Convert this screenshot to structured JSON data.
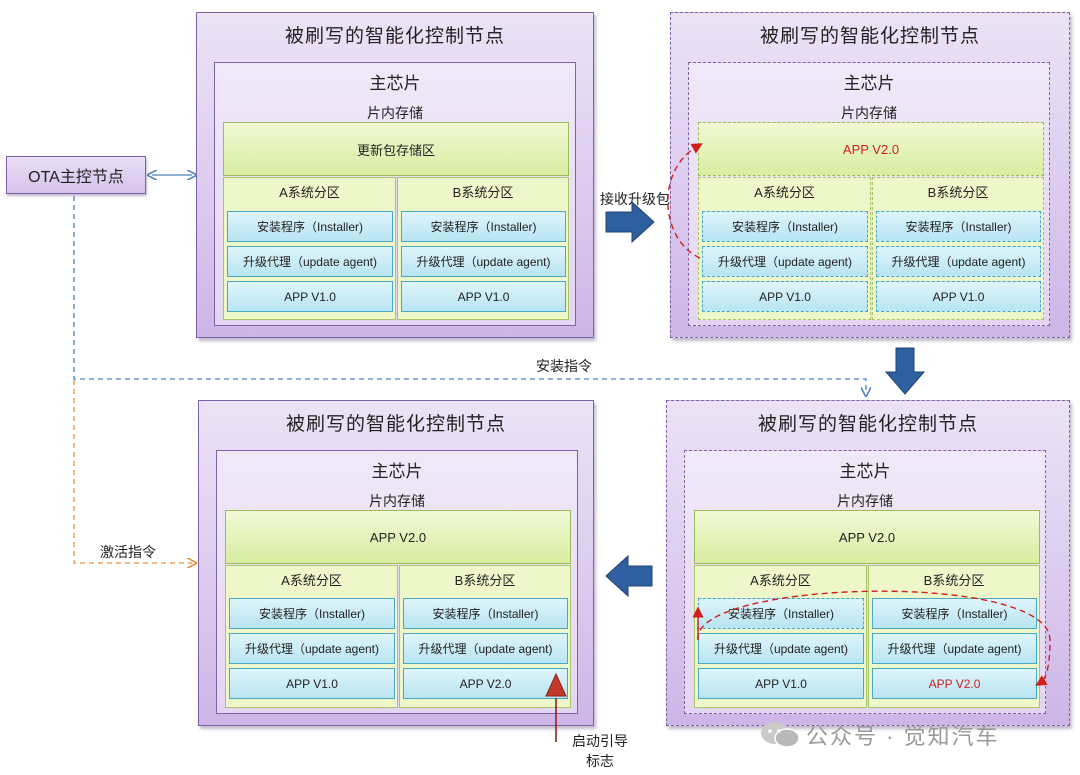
{
  "ota_node": "OTA主控节点",
  "labels": {
    "receive_package": "接收升级包",
    "install_command": "安装指令",
    "activate_command": "激活指令",
    "boot_flag_line1": "启动引导",
    "boot_flag_line2": "标志"
  },
  "watermark": "公众号 · 觉知汽车",
  "panels": [
    {
      "node_title": "被刷写的智能化控制节点",
      "chip_title": "主芯片",
      "storage_title": "片内存储",
      "top_area": "更新包存储区",
      "partition_a": {
        "label": "A系统分区",
        "installer": "安装程序（Installer)",
        "agent": "升级代理（update agent)",
        "app": "APP V1.0"
      },
      "partition_b": {
        "label": "B系统分区",
        "installer": "安装程序（Installer)",
        "agent": "升级代理（update agent)",
        "app": "APP V1.0"
      }
    },
    {
      "node_title": "被刷写的智能化控制节点",
      "chip_title": "主芯片",
      "storage_title": "片内存储",
      "top_area": "APP V2.0",
      "partition_a": {
        "label": "A系统分区",
        "installer": "安装程序（Installer)",
        "agent": "升级代理（update agent)",
        "app": "APP V1.0"
      },
      "partition_b": {
        "label": "B系统分区",
        "installer": "安装程序（Installer)",
        "agent": "升级代理（update agent)",
        "app": "APP V1.0"
      }
    },
    {
      "node_title": "被刷写的智能化控制节点",
      "chip_title": "主芯片",
      "storage_title": "片内存储",
      "top_area": "APP V2.0",
      "partition_a": {
        "label": "A系统分区",
        "installer": "安装程序（Installer)",
        "agent": "升级代理（update agent)",
        "app": "APP V1.0"
      },
      "partition_b": {
        "label": "B系统分区",
        "installer": "安装程序（Installer)",
        "agent": "升级代理（update agent)",
        "app": "APP V2.0"
      }
    },
    {
      "node_title": "被刷写的智能化控制节点",
      "chip_title": "主芯片",
      "storage_title": "片内存储",
      "top_area": "APP V2.0",
      "partition_a": {
        "label": "A系统分区",
        "installer": "安装程序（Installer)",
        "agent": "升级代理（update agent)",
        "app": "APP V1.0"
      },
      "partition_b": {
        "label": "B系统分区",
        "installer": "安装程序（Installer)",
        "agent": "升级代理（update agent)",
        "app": "APP V2.0"
      }
    }
  ],
  "colors": {
    "node_border": "#7e62a8",
    "storage_green": "#d8eda0",
    "module_cyan": "#b8e4f2",
    "arrow_blue": "#2e5f9e",
    "command_orange": "#e8903a",
    "highlight_red": "#d21e1e"
  }
}
